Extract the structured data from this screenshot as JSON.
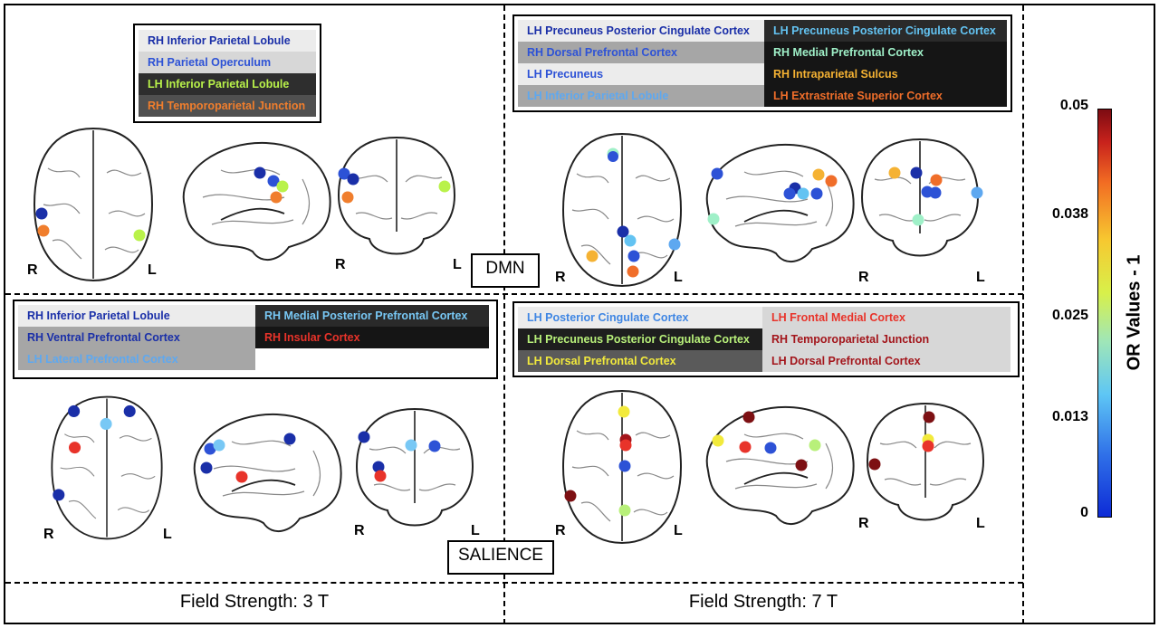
{
  "networks": {
    "dmn": "DMN",
    "salience": "SALIENCE"
  },
  "field_strengths": {
    "left": "Field Strength: 3 T",
    "right": "Field Strength: 7 T"
  },
  "side_labels": {
    "right": "R",
    "left": "L"
  },
  "colorbar": {
    "title": "OR Values - 1",
    "ticks": [
      "0.05",
      "0.038",
      "0.025",
      "0.013",
      "0"
    ]
  },
  "legends": {
    "dmn_3t": [
      {
        "label": "RH Inferior Parietal Lobule",
        "color": "#1a2fa8",
        "bg": "#ececec"
      },
      {
        "label": "RH Parietal Operculum",
        "color": "#2d52d6",
        "bg": "#d7d7d7"
      },
      {
        "label": "LH Inferior Parietal Lobule",
        "color": "#b9f24a",
        "bg": "#2e2e2e"
      },
      {
        "label": "RH Temporoparietal Junction",
        "color": "#f07e2d",
        "bg": "#505050"
      }
    ],
    "dmn_7t_left": [
      {
        "label": "LH Precuneus Posterior Cingulate Cortex",
        "color": "#1a2fa8",
        "bg": "#ececec"
      },
      {
        "label": "RH Dorsal Prefrontal Cortex",
        "color": "#2d52d6",
        "bg": "#a6a6a6"
      },
      {
        "label": "LH Precuneus",
        "color": "#2d52d6",
        "bg": "#ececec"
      },
      {
        "label": "LH Inferior Parietal Lobule",
        "color": "#5ea8f0",
        "bg": "#a6a6a6"
      }
    ],
    "dmn_7t_right": [
      {
        "label": "LH Precuneus Posterior Cingulate Cortex",
        "color": "#63c3f2",
        "bg": "#2a2a2a"
      },
      {
        "label": "RH Medial Prefrontal Cortex",
        "color": "#9ff0c8",
        "bg": "#151515"
      },
      {
        "label": "RH Intraparietal Sulcus",
        "color": "#f5b233",
        "bg": "#151515"
      },
      {
        "label": "LH Extrastriate Superior Cortex",
        "color": "#f06e2a",
        "bg": "#151515"
      }
    ],
    "sal_3t_left": [
      {
        "label": "RH Inferior Parietal Lobule",
        "color": "#1a2fa8",
        "bg": "#ececec"
      },
      {
        "label": "RH Ventral Prefrontal Cortex",
        "color": "#1a2fa8",
        "bg": "#a6a6a6"
      },
      {
        "label": "LH Lateral Prefrontal Cortex",
        "color": "#5ea8f0",
        "bg": "#a6a6a6"
      }
    ],
    "sal_3t_right": [
      {
        "label": "RH Medial Posterior Prefrontal Cortex",
        "color": "#78c8f5",
        "bg": "#2a2a2a"
      },
      {
        "label": "RH Insular Cortex",
        "color": "#e8332a",
        "bg": "#151515"
      }
    ],
    "sal_7t_left": [
      {
        "label": "LH Posterior Cingulate Cortex",
        "color": "#3f86e3",
        "bg": "#ececec"
      },
      {
        "label": "LH Precuneus Posterior Cingulate Cortex",
        "color": "#b8f07a",
        "bg": "#1e1e1e"
      },
      {
        "label": "LH Dorsal Prefrontal Cortex",
        "color": "#f2ea3c",
        "bg": "#5a5a5a"
      }
    ],
    "sal_7t_right": [
      {
        "label": "LH Frontal Medial Cortex",
        "color": "#e8332a",
        "bg": "#d7d7d7"
      },
      {
        "label": "RH Temporoparietal Junction",
        "color": "#a3151b",
        "bg": "#d7d7d7"
      },
      {
        "label": "LH Dorsal Prefrontal Cortex",
        "color": "#a3151b",
        "bg": "#d7d7d7"
      }
    ]
  }
}
